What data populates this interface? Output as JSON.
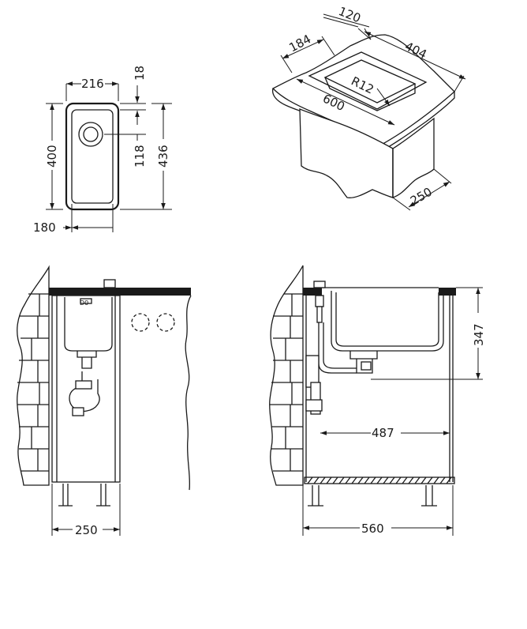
{
  "dims": {
    "top_width": "216",
    "top_offset": "18",
    "height_outer": "400",
    "height_total": "436",
    "drain_offset": "118",
    "bottom_width": "180",
    "iso_depth": "120",
    "iso_width_short": "184",
    "iso_width": "404",
    "iso_radius": "R12",
    "iso_length": "600",
    "iso_cabinet": "250",
    "side_cabinet": "250",
    "front_depth": "347",
    "front_inner": "487",
    "front_cabinet": "560"
  },
  "colors": {
    "line": "#1a1a1a",
    "background": "#ffffff"
  }
}
